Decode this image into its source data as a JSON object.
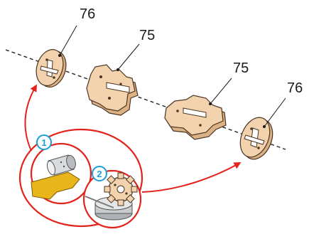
{
  "labels": {
    "disc_left": "76",
    "plate_left": "75",
    "plate_right": "75",
    "disc_right": "76"
  },
  "steps": {
    "first": "1",
    "second": "2"
  },
  "colors": {
    "wood": "#f2d3ad",
    "wood_edge": "#c79b6c",
    "wood_side": "#dcb183",
    "outline": "#4a3422",
    "arrow": "#e3221b",
    "step_badge": "#1a9fd9",
    "sandpaper": "#e8b51a",
    "wax_tin": "#c9cccf"
  },
  "icons": {
    "step1": "sandpaper-and-wax-icon",
    "step2": "gear-in-wax-tin-icon"
  }
}
